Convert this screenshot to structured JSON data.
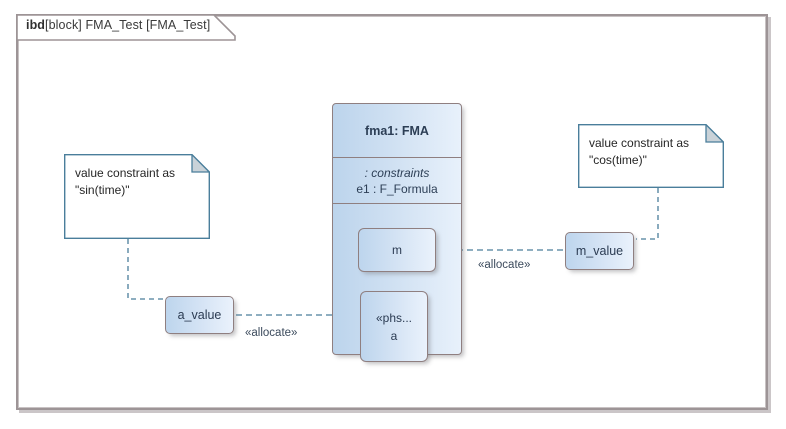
{
  "diagram": {
    "frame_label_kind": "ibd",
    "frame_label_rest": "[block] FMA_Test [FMA_Test]",
    "frame_label_full": "ibd[block] FMA_Test [FMA_Test]"
  },
  "block": {
    "title": "fma1: FMA",
    "compartment": {
      "line1": ": constraints",
      "line2": "e1 : F_Formula"
    },
    "parts": [
      {
        "name": "m",
        "stereotype": ""
      },
      {
        "name": "a",
        "stereotype": "«phs..."
      }
    ]
  },
  "notes": [
    {
      "id": "note-sin",
      "line1": "value constraint as",
      "line2": "\"sin(time)\"",
      "text": "value constraint as\n\"sin(time)\""
    },
    {
      "id": "note-cos",
      "line1": "value constraint as",
      "line2": "\"cos(time)\"",
      "text": "value constraint as\n\"cos(time)\""
    }
  ],
  "value_boxes": [
    {
      "id": "a_value",
      "label": "a_value"
    },
    {
      "id": "m_value",
      "label": "m_value"
    }
  ],
  "edges": [
    {
      "id": "allocate-a",
      "label": "«allocate»",
      "from": "a_value",
      "to": "a"
    },
    {
      "id": "allocate-m",
      "label": "«allocate»",
      "from": "m_value",
      "to": "m"
    }
  ],
  "colors": {
    "frame_border": "#9d9496",
    "note_border": "#4a7e9b",
    "block_border": "#8f7f80",
    "connector": "#4a7e9b",
    "text": "#2b3b52"
  }
}
